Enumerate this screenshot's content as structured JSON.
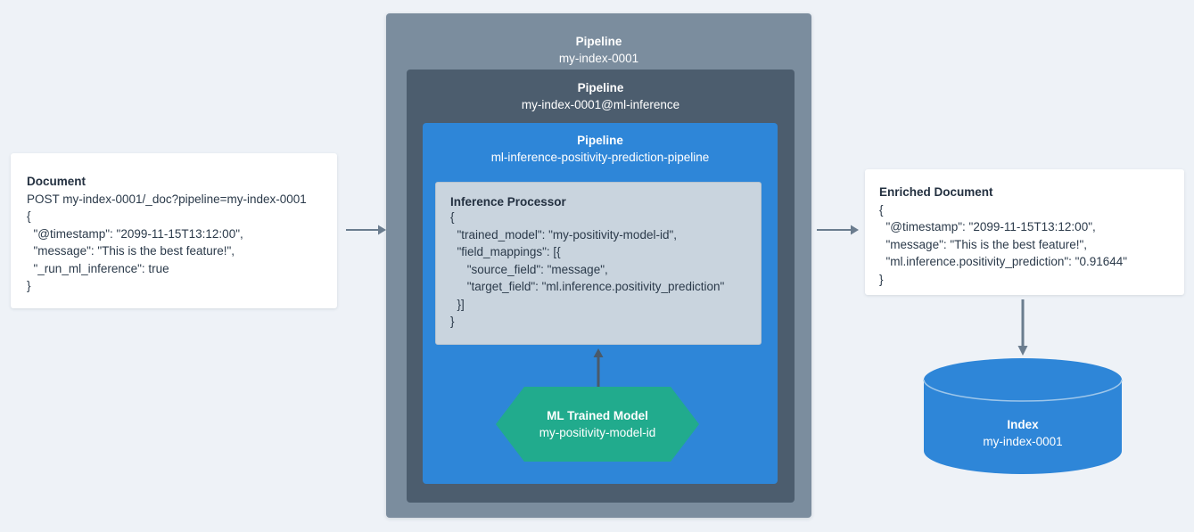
{
  "colors": {
    "background": "#eef2f7",
    "pipeline_outer": "#7b8d9e",
    "pipeline_middle": "#4c5d6e",
    "pipeline_inner": "#2e86d8",
    "processor_panel": "#c9d4de",
    "ml_model": "#21ab8d",
    "index_cylinder": "#2e86d8",
    "arrow": "#6b7d8f",
    "card": "#ffffff",
    "text_dark": "#2b3a4a",
    "text_light": "#ffffff"
  },
  "document": {
    "title": "Document",
    "lines": [
      "POST my-index-0001/_doc?pipeline=my-index-0001",
      "{",
      "  \"@timestamp\": \"2099-11-15T13:12:00\",",
      "  \"message\": \"This is the best feature!\",",
      "  \"_run_ml_inference\": true",
      "}"
    ]
  },
  "pipelines": {
    "outer": {
      "label": "Pipeline",
      "name": "my-index-0001"
    },
    "middle": {
      "label": "Pipeline",
      "name": "my-index-0001@ml-inference"
    },
    "inner": {
      "label": "Pipeline",
      "name": "ml-inference-positivity-prediction-pipeline"
    }
  },
  "processor": {
    "title": "Inference Processor",
    "lines": [
      "{",
      "  \"trained_model\": \"my-positivity-model-id\",",
      "  \"field_mappings\": [{",
      "     \"source_field\": \"message\",",
      "     \"target_field\": \"ml.inference.positivity_prediction\"",
      "  }]",
      "}"
    ]
  },
  "ml_model": {
    "title": "ML Trained Model",
    "name": "my-positivity-model-id"
  },
  "enriched_document": {
    "title": "Enriched Document",
    "lines": [
      "{",
      "  \"@timestamp\": \"2099-11-15T13:12:00\",",
      "  \"message\": \"This is the best feature!\",",
      "  \"ml.inference.positivity_prediction\": \"0.91644\"",
      "}"
    ]
  },
  "index": {
    "title": "Index",
    "name": "my-index-0001"
  },
  "arrows": [
    {
      "id": "doc-to-pipeline",
      "direction": "right"
    },
    {
      "id": "pipeline-to-enriched",
      "direction": "right"
    },
    {
      "id": "model-to-processor",
      "direction": "up"
    },
    {
      "id": "enriched-to-index",
      "direction": "down"
    }
  ]
}
